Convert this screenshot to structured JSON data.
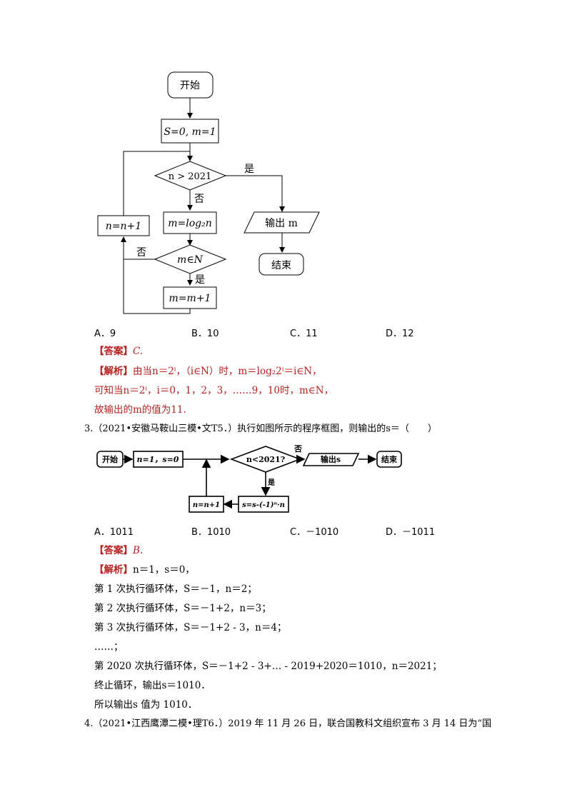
{
  "flowchart1": {
    "start": "开始",
    "init": "S=0, m=1",
    "cond1": "n > 2021",
    "yes1": "是",
    "no1": "否",
    "assign": "m=log₂n",
    "cond2": "m∈N",
    "no2": "否",
    "yes2": "是",
    "inc_m": "m=m+1",
    "inc_n": "n=n+1",
    "output": "输出 m",
    "end": "结束"
  },
  "q2": {
    "options": [
      "A．9",
      "B．10",
      "C．11",
      "D．12"
    ],
    "answer_label": "【答案】",
    "answer_value": "C.",
    "analysis_label": "【解析】",
    "line1": "由当n＝2ⁱ，（i∈N）时，m＝log₂2ⁱ＝i∈N，",
    "line2": "可知当n＝2ⁱ，i＝0，1，2，3，……9，10时，m∈N，",
    "line3": "故输出的m的值为11."
  },
  "q3": {
    "stem": "3.（2021•安徽马鞍山三模•文T5．）执行如图所示的程序框图，则输出的s＝（　　）",
    "flow": {
      "start": "开始",
      "init": "n=1，s=0",
      "cond": "n<2021?",
      "no": "否",
      "yes": "是",
      "output": "输出s",
      "end": "结束",
      "update_s": "s=s-(-1)ⁿ·n",
      "update_n": "n=n+1"
    },
    "options": [
      "A．1011",
      "B．1010",
      "C．－1010",
      "D．－1011"
    ],
    "answer_label": "【答案】",
    "answer_value": "B.",
    "analysis_label": "【解析】",
    "a0": "n＝1，s＝0，",
    "lines": [
      "第 1 次执行循环体，S＝－1，n＝2；",
      "第 2 次执行循环体，S＝－1+2，n＝3；",
      "第 3 次执行循环体，S＝－1+2 - 3，n＝4；",
      "……；",
      "第 2020 次执行循环体，S＝－1+2 - 3+… - 2019+2020＝1010，n＝2021；",
      "终止循环，输出s＝1010．",
      "所以输出s 值为 1010．"
    ]
  },
  "q4": {
    "stem": "4.（2021•江西鹰潭二模•理T6．）2019 年 11 月 26 日，联合国教科文组织宣布 3 月 14 日为“国"
  }
}
